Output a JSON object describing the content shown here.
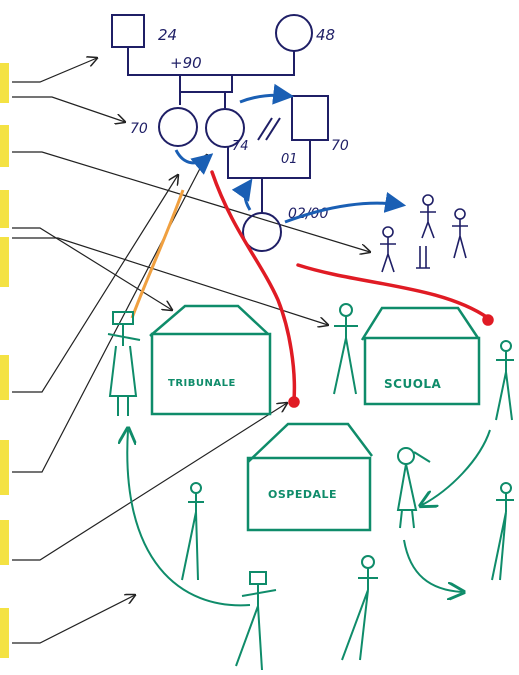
{
  "genogram": {
    "grandfather_age": "24",
    "grandfather_death": "+90",
    "grandmother_age": "48",
    "aunt_age": "70",
    "mother_age": "74",
    "father_age": "70",
    "child_marker": "01",
    "child_date": "02/00"
  },
  "places": {
    "court_label": "TRIBUNALE",
    "school_label": "SCUOLA",
    "hospital_label": "OSPEDALE"
  },
  "colors": {
    "ink": "#1f1f66",
    "blue": "#1a5fb4",
    "red": "#e01b24",
    "green": "#0f8c6a",
    "orange": "#f0a040",
    "tab": "#f4e243"
  }
}
